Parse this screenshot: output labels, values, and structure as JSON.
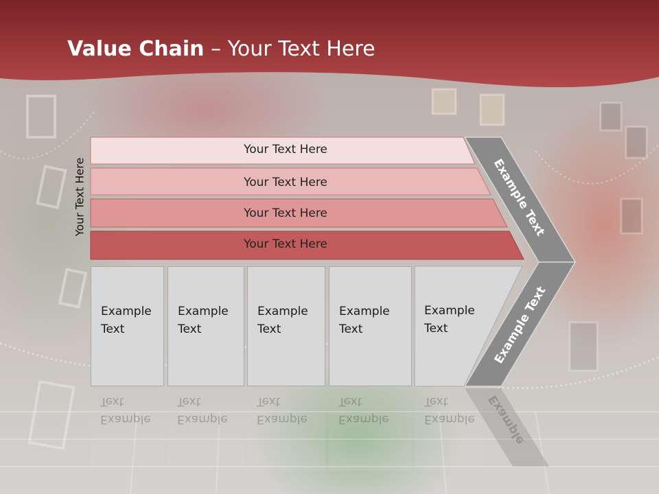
{
  "slide": {
    "title_bold": "Value Chain",
    "title_rest": " – Your Text Here",
    "vertical_label": "Your Text Here",
    "rows": [
      {
        "label": "Your Text Here",
        "color": "#f3dfe0"
      },
      {
        "label": "Your Text Here",
        "color": "#e9b9b9"
      },
      {
        "label": "Your Text Here",
        "color": "#de9696"
      },
      {
        "label": "Your Text Here",
        "color": "#c25b5b"
      }
    ],
    "boxes": [
      {
        "line1": "Example",
        "line2": "Text"
      },
      {
        "line1": "Example",
        "line2": "Text"
      },
      {
        "line1": "Example",
        "line2": "Text"
      },
      {
        "line1": "Example",
        "line2": "Text"
      },
      {
        "line1": "Example",
        "line2": "Text"
      }
    ],
    "chevron_top_text": "Example Text",
    "chevron_bottom_text": "Example Text",
    "reflection_text": "Example",
    "colors": {
      "banner": "#a43a3c",
      "chevron": "#8a8a8a",
      "box": "#d8d8d8"
    }
  }
}
